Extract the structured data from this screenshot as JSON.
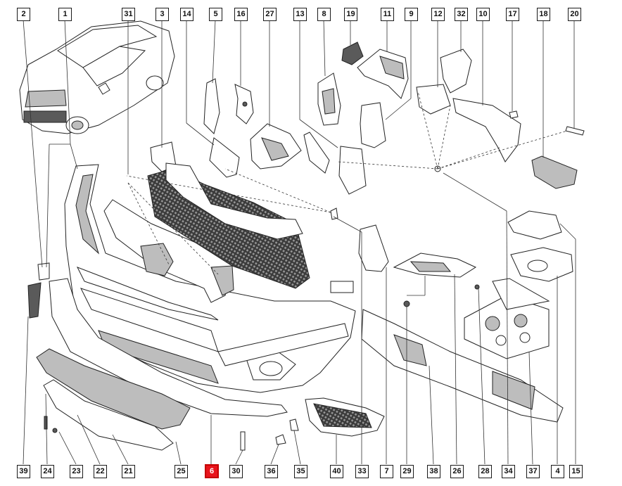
{
  "highlight_color": "#e8141c",
  "callouts": {
    "top": [
      {
        "id": "c2",
        "label": "2"
      },
      {
        "id": "c1",
        "label": "1"
      },
      {
        "id": "c31",
        "label": "31"
      },
      {
        "id": "c3",
        "label": "3"
      },
      {
        "id": "c14",
        "label": "14"
      },
      {
        "id": "c5",
        "label": "5"
      },
      {
        "id": "c16",
        "label": "16"
      },
      {
        "id": "c27",
        "label": "27"
      },
      {
        "id": "c13",
        "label": "13"
      },
      {
        "id": "c8",
        "label": "8"
      },
      {
        "id": "c19",
        "label": "19"
      },
      {
        "id": "c11",
        "label": "11"
      },
      {
        "id": "c9",
        "label": "9"
      },
      {
        "id": "c12",
        "label": "12"
      },
      {
        "id": "c32",
        "label": "32"
      },
      {
        "id": "c10",
        "label": "10"
      },
      {
        "id": "c17",
        "label": "17"
      },
      {
        "id": "c18",
        "label": "18"
      },
      {
        "id": "c20",
        "label": "20"
      }
    ],
    "bottom": [
      {
        "id": "c39",
        "label": "39"
      },
      {
        "id": "c24",
        "label": "24"
      },
      {
        "id": "c23",
        "label": "23"
      },
      {
        "id": "c22",
        "label": "22"
      },
      {
        "id": "c21",
        "label": "21"
      },
      {
        "id": "c25",
        "label": "25"
      },
      {
        "id": "c6",
        "label": "6",
        "highlighted": true
      },
      {
        "id": "c30",
        "label": "30"
      },
      {
        "id": "c36",
        "label": "36"
      },
      {
        "id": "c35",
        "label": "35"
      },
      {
        "id": "c40",
        "label": "40"
      },
      {
        "id": "c33",
        "label": "33"
      },
      {
        "id": "c7",
        "label": "7"
      },
      {
        "id": "c29",
        "label": "29"
      },
      {
        "id": "c38",
        "label": "38"
      },
      {
        "id": "c26",
        "label": "26"
      },
      {
        "id": "c28",
        "label": "28"
      },
      {
        "id": "c34",
        "label": "34"
      },
      {
        "id": "c37",
        "label": "37"
      },
      {
        "id": "c4",
        "label": "4"
      },
      {
        "id": "c15",
        "label": "15"
      }
    ]
  }
}
